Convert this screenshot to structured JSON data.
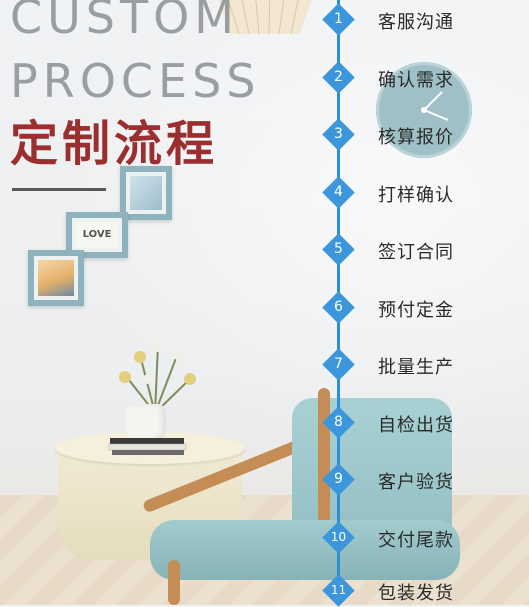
{
  "title": {
    "english_line1": "CUSTOM",
    "english_line2": "PROCESS",
    "chinese": "定制流程"
  },
  "steps": [
    {
      "number": "1",
      "label": "客服沟通"
    },
    {
      "number": "2",
      "label": "确认需求"
    },
    {
      "number": "3",
      "label": "核算报价"
    },
    {
      "number": "4",
      "label": "打样确认"
    },
    {
      "number": "5",
      "label": "签订合同"
    },
    {
      "number": "6",
      "label": "预付定金"
    },
    {
      "number": "7",
      "label": "批量生产"
    },
    {
      "number": "8",
      "label": "自检出货"
    },
    {
      "number": "9",
      "label": "客户验货"
    },
    {
      "number": "10",
      "label": "交付尾款"
    },
    {
      "number": "11",
      "label": "包装发货"
    }
  ],
  "decor": {
    "frame_sign": "LOVE"
  },
  "colors": {
    "accent_blue": "#3b96dc",
    "title_red": "#9b2f2f",
    "title_gray": "#9a9da2"
  }
}
